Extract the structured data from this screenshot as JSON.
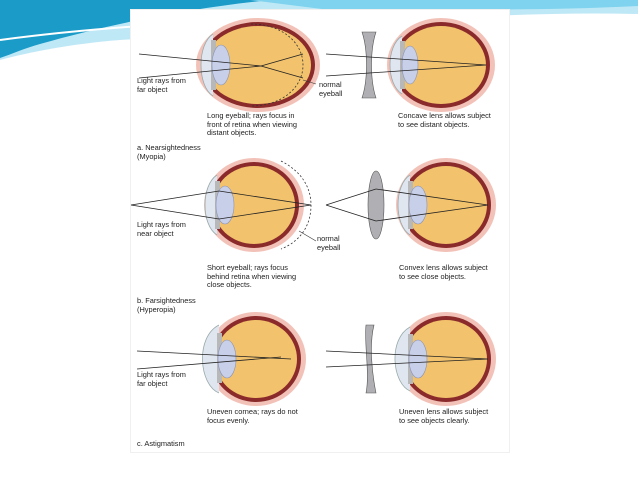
{
  "theme": {
    "swoosh_dark": "#1a9bc8",
    "swoosh_light": "#7fd3ee",
    "sclera": "#f2c2b8",
    "choroid": "#8b2a2a",
    "interior": "#f2c26c",
    "iris": "#b8b8b8",
    "lens": "#c8cfe8",
    "corrective_lens": "#b0b0b4",
    "ray": "#222222"
  },
  "myopia": {
    "left_rays_label": "Light rays from\nfar object",
    "normal_eyeball_label": "normal\neyeball",
    "left_caption": "Long eyeball; rays focus in\nfront of retina when viewing\ndistant objects.",
    "right_caption": "Concave lens allows subject\nto see distant objects.",
    "title": "a. Nearsightedness\n   (Myopia)"
  },
  "hyperopia": {
    "left_rays_label": "Light rays from\nnear object",
    "normal_eyeball_label": "normal\neyeball",
    "left_caption": "Short eyeball; rays focus\nbehind retina when viewing\nclose objects.",
    "right_caption": "Convex lens allows subject\nto see close objects.",
    "title": "b. Farsightedness\n   (Hyperopia)"
  },
  "astigmatism": {
    "left_rays_label": "Light rays from\nfar object",
    "left_caption": "Uneven cornea; rays do not\nfocus evenly.",
    "right_caption": "Uneven lens allows subject\nto see objects clearly.",
    "title": "c. Astigmatism"
  }
}
